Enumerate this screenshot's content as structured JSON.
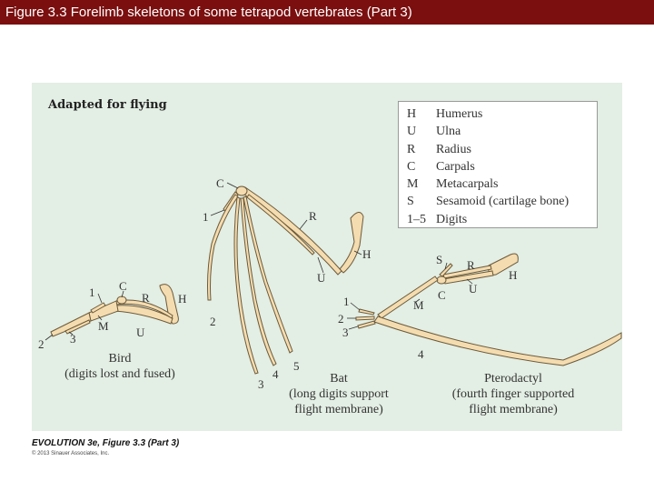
{
  "slide": {
    "title": "Figure 3.3  Forelimb skeletons of some tetrapod vertebrates (Part 3)"
  },
  "panel": {
    "heading": "Adapted for flying"
  },
  "legend": {
    "items": [
      {
        "abbr": "H",
        "term": "Humerus"
      },
      {
        "abbr": "U",
        "term": "Ulna"
      },
      {
        "abbr": "R",
        "term": "Radius"
      },
      {
        "abbr": "C",
        "term": "Carpals"
      },
      {
        "abbr": "M",
        "term": "Metacarpals"
      },
      {
        "abbr": "S",
        "term": "Sesamoid (cartilage bone)"
      },
      {
        "abbr": "1–5",
        "term": "Digits"
      }
    ]
  },
  "bird": {
    "labels": {
      "c": "C",
      "r": "R",
      "h": "H",
      "d1": "1",
      "m": "M",
      "u": "U",
      "d2": "2",
      "d3": "3"
    },
    "caption_line1": "Bird",
    "caption_line2": "(digits lost and fused)"
  },
  "bat": {
    "labels": {
      "c": "C",
      "d1": "1",
      "r": "R",
      "h": "H",
      "u": "U",
      "d2": "2",
      "d3": "3",
      "d4": "4",
      "d5": "5"
    },
    "caption_line1": "Bat",
    "caption_line2": "(long digits support",
    "caption_line3": "flight membrane)"
  },
  "pterodactyl": {
    "labels": {
      "s": "S",
      "r": "R",
      "h": "H",
      "u": "U",
      "c": "C",
      "m": "M",
      "d1": "1",
      "d2": "2",
      "d3": "3",
      "d4": "4"
    },
    "caption_line1": "Pterodactyl",
    "caption_line2": "(fourth finger supported",
    "caption_line3": "flight membrane)"
  },
  "credit": {
    "line1": "EVOLUTION 3e, Figure 3.3 (Part 3)",
    "line2": "© 2013 Sinauer Associates, Inc."
  }
}
